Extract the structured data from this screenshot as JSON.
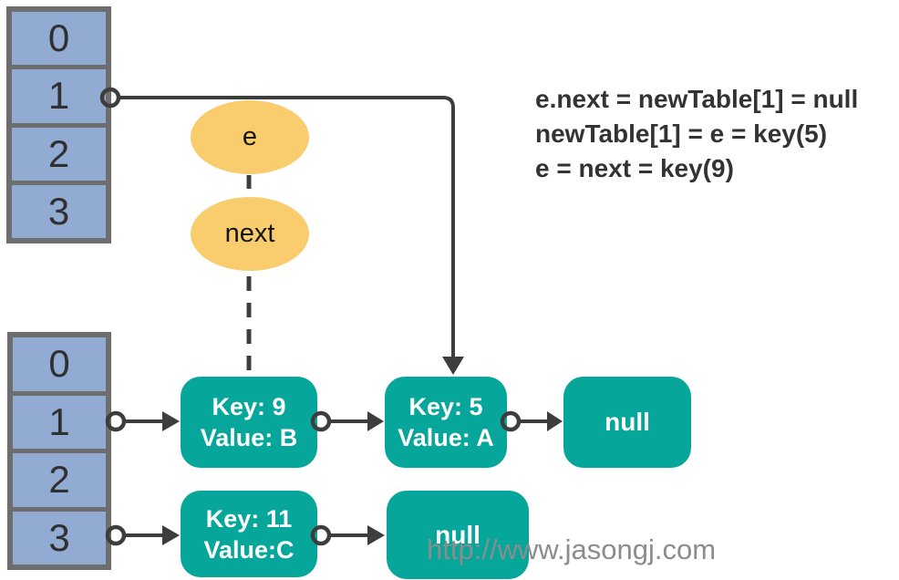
{
  "colors": {
    "cell_fill": "#92abd3",
    "cell_border": "#6d6d6d",
    "node_fill": "#07a69a",
    "node_text": "#ffffff",
    "pointer_fill": "#f9cd6d",
    "connector": "#3d3d3d",
    "code_text": "#333333",
    "watermark_text": "#8c8c8c",
    "background": "#ffffff"
  },
  "top_table": {
    "cells": [
      "0",
      "1",
      "2",
      "3"
    ]
  },
  "bottom_table": {
    "cells": [
      "0",
      "1",
      "2",
      "3"
    ]
  },
  "pointers": {
    "e": "e",
    "next": "next"
  },
  "code": {
    "line1": "e.next = newTable[1] = null",
    "line2": "newTable[1] = e = key(5)",
    "line3": "e = next = key(9)"
  },
  "nodes": {
    "key9": {
      "line1": "Key: 9",
      "line2": "Value: B"
    },
    "key5": {
      "line1": "Key: 5",
      "line2": "Value: A"
    },
    "null_top": {
      "label": "null"
    },
    "key11": {
      "line1": "Key: 11",
      "line2": "Value:C"
    },
    "null_bottom": {
      "label": "null"
    }
  },
  "watermark": "http://www.jasongj.com"
}
